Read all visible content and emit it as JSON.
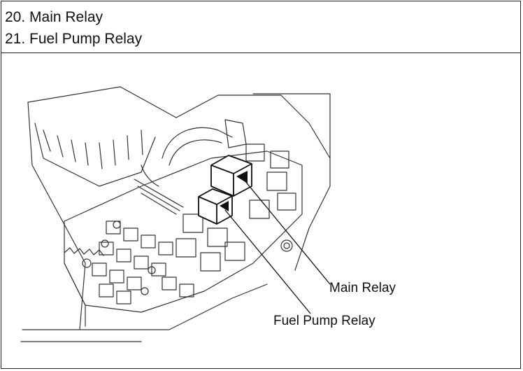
{
  "header": {
    "line1": "20. Main Relay",
    "line2": "21. Fuel Pump Relay"
  },
  "callouts": {
    "main_relay": "Main Relay",
    "fuel_pump_relay": "Fuel Pump Relay"
  }
}
